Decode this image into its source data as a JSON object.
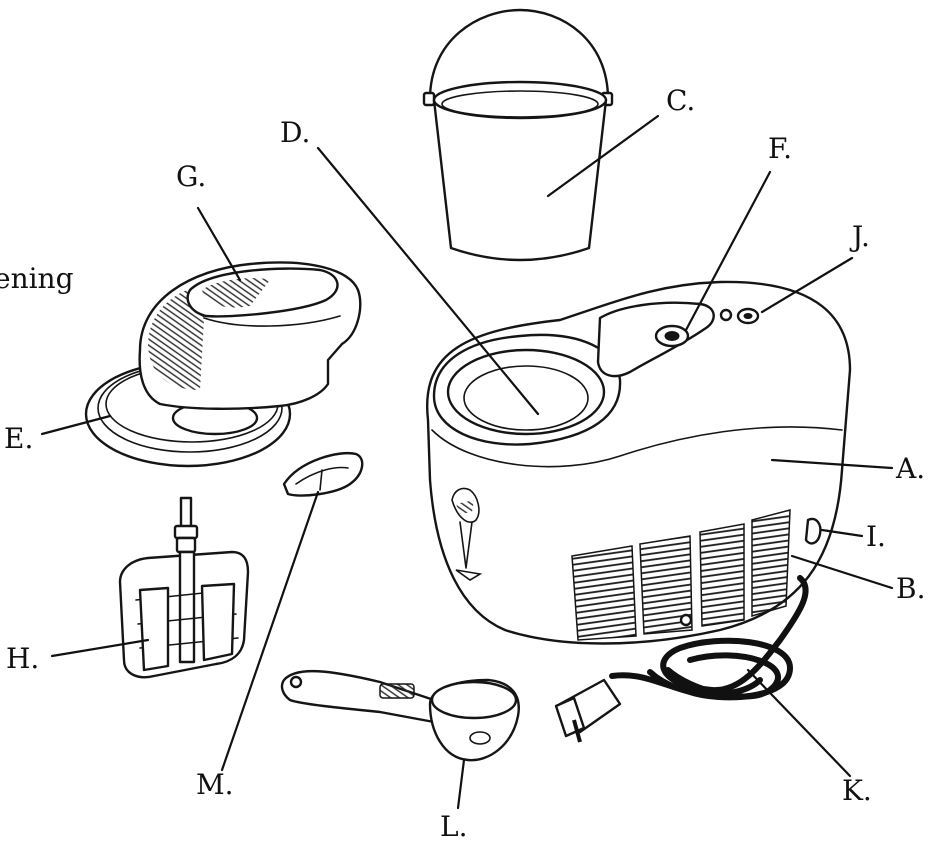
{
  "fragment_text": "ening",
  "labels": {
    "A": "A.",
    "B": "B.",
    "C": "C.",
    "D": "D.",
    "E": "E.",
    "F": "F.",
    "G": "G.",
    "H": "H.",
    "I": "I.",
    "J": "J.",
    "K": "K.",
    "L": "L.",
    "M": "M."
  }
}
